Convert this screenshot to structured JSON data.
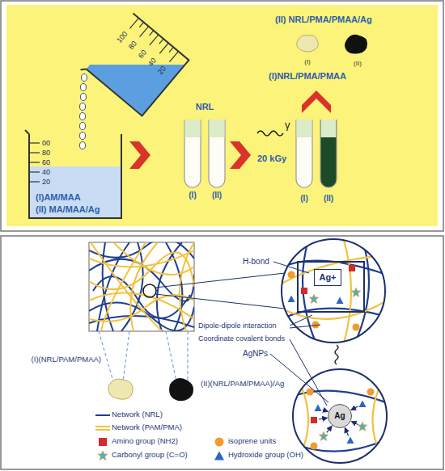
{
  "diagram": {
    "nodes": [
      {
        "text": [
          "Ag+"
        ]
      },
      {
        "text": [
          "Ag"
        ]
      }
    ],
    "labels": [
      "100",
      "80",
      "60",
      "40",
      "20",
      "00",
      "80",
      "60",
      "40",
      "20",
      "(I)AM/MAA",
      "(II) MA/MAA/Ag",
      "NRL",
      "(I)",
      "(II)",
      "γ",
      "20 kGy",
      "(I)",
      "(II)",
      "(II) NRL/PMA/PMAA/Ag",
      "(I)",
      "(II)",
      "(I)NRL/PMA/PMAA",
      "H-bond",
      "Dipole-dipole interaction",
      "Coordinate covalent bonds",
      "AgNPs",
      "(I)(NRL/PAM/PMAA)",
      "(II)(NRL/PAM/PMAA)/Ag"
    ],
    "legend": [
      {
        "text": "Network (NRL)"
      },
      {
        "text": "Network (PAM/PMA)"
      },
      {
        "text": "Amino group (NH2)",
        "color": "#d42a2a"
      },
      {
        "text": "isoprene units",
        "color": "#f39a2b"
      },
      {
        "text": "Carbonyl group (C=O)",
        "color": "#35b6e0"
      },
      {
        "text": "Hydroxide group (OH)",
        "color": "#2a66c2"
      }
    ]
  }
}
